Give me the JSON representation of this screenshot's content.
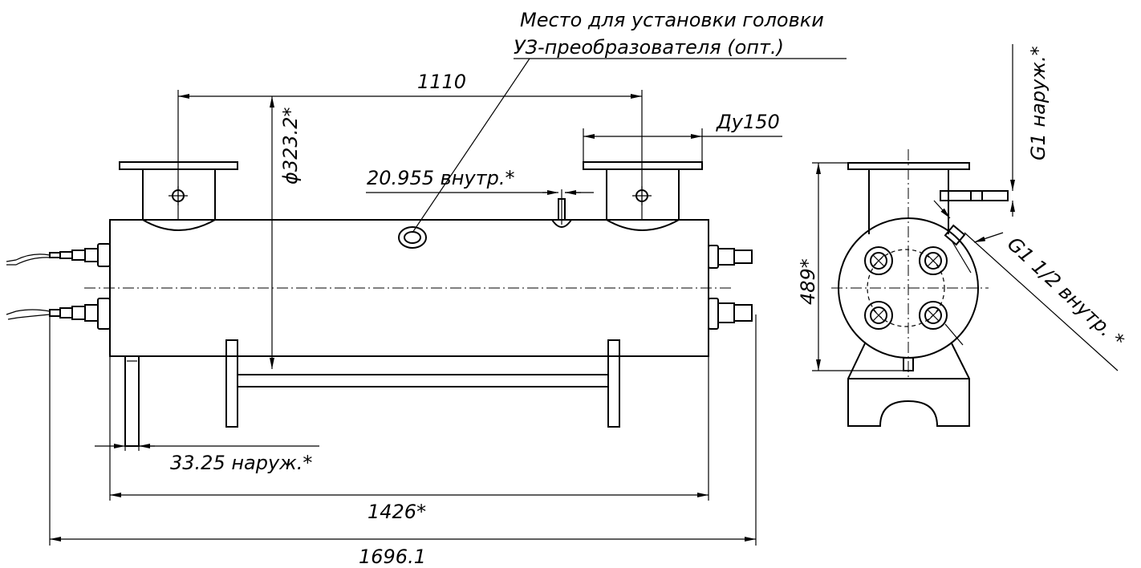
{
  "note": {
    "line1": "Место для установки головки",
    "line2": "УЗ-преобразователя (опт.)"
  },
  "dimensions": {
    "flange_spacing": "1110",
    "diameter": "ϕ323.2*",
    "nozzle_dn": "Ду150",
    "port_inner": "20.955 внутр.*",
    "leg_outer": "33.25 наруж.*",
    "body_length": "1426*",
    "overall_length": "1696.1",
    "height": "489*",
    "port_g1": "G1 наруж.*",
    "port_g1_1_2": "G1 1/2 внутр. *"
  }
}
